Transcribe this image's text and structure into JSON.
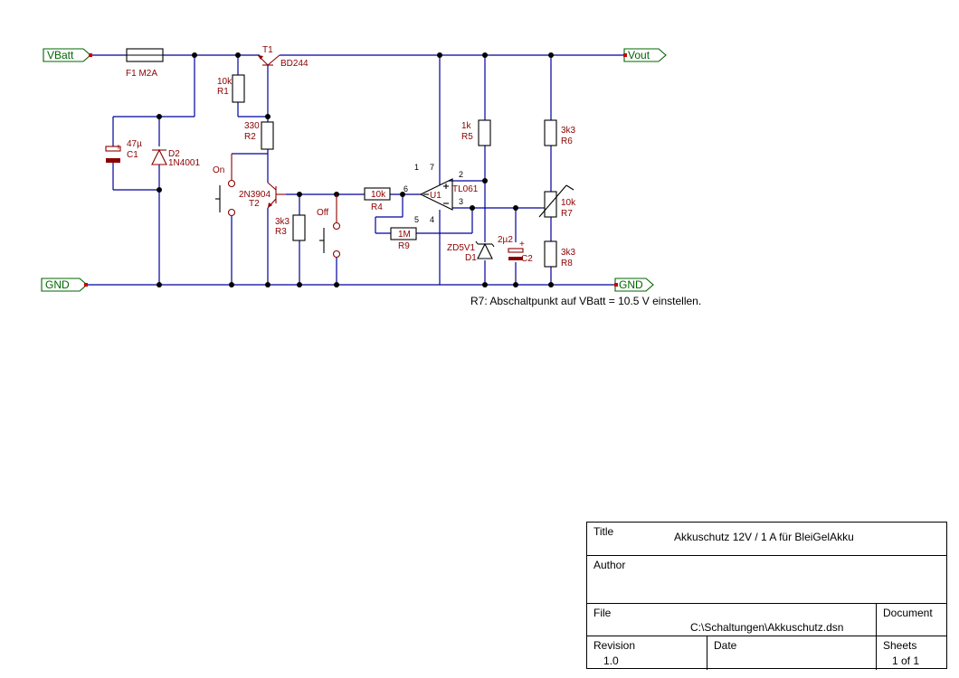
{
  "ports": {
    "vbatt": "VBatt",
    "vout": "Vout",
    "gnd_left": "GND",
    "gnd_right": "GND"
  },
  "components": {
    "f1": "F1 M2A",
    "t1": "T1",
    "t1_type": "BD244",
    "r1_val": "10k",
    "r1": "R1",
    "r2_val": "330",
    "r2": "R2",
    "c1_val": "47µ",
    "c1": "C1",
    "d2": "D2",
    "d2_type": "1N4001",
    "on": "On",
    "t2_type": "2N3904",
    "t2": "T2",
    "r3_val": "3k3",
    "r3": "R3",
    "off": "Off",
    "r4_val": "10k",
    "r4": "R4",
    "r9_val": "1M",
    "r9": "R9",
    "u1": "U1",
    "u1_type": "TL061",
    "r5_val": "1k",
    "r5": "R5",
    "d1_type": "ZD5V1",
    "d1": "D1",
    "c2_val": "2µ2",
    "c2": "C2",
    "r6_val": "3k3",
    "r6": "R6",
    "r7_val": "10k",
    "r7": "R7",
    "r8_val": "3k3",
    "r8": "R8",
    "plus": "+"
  },
  "pins": {
    "p1": "1",
    "p7": "7",
    "p2": "2",
    "p6": "6",
    "p3": "3",
    "p5": "5",
    "p4": "4"
  },
  "note": "R7: Abschaltpunkt auf VBatt = 10.5 V einstellen.",
  "titleblock": {
    "title_label": "Title",
    "title_value": "Akkuschutz 12V / 1 A für BleiGelAkku",
    "author_label": "Author",
    "author_value": "",
    "file_label": "File",
    "file_value": "C:\\Schaltungen\\Akkuschutz.dsn",
    "document_label": "Document",
    "revision_label": "Revision",
    "revision_value": "1.0",
    "date_label": "Date",
    "sheets_label": "Sheets",
    "sheets_value": "1 of 1"
  }
}
